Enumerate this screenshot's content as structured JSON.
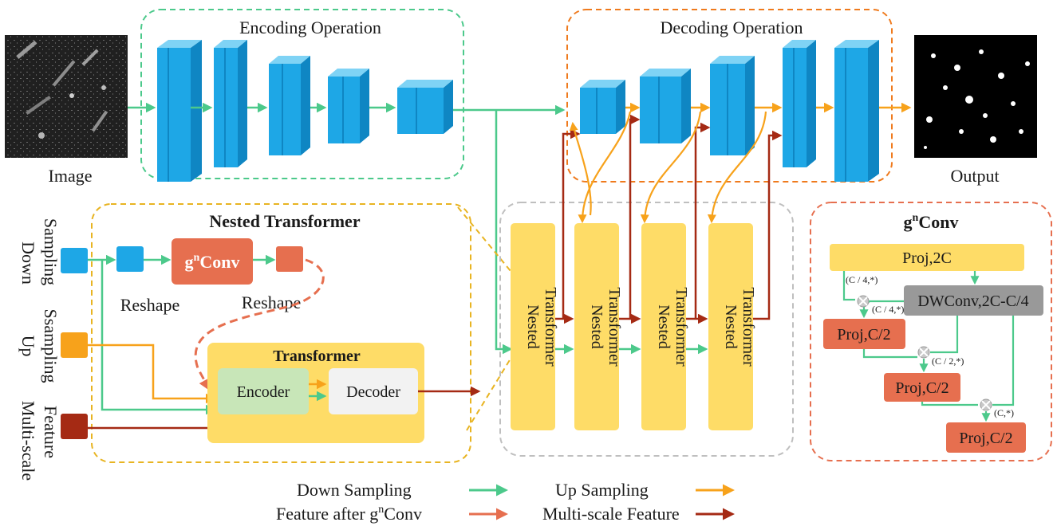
{
  "input": {
    "label": "Image"
  },
  "output": {
    "label": "Output"
  },
  "encoding": {
    "title": "Encoding Operation"
  },
  "decoding": {
    "title": "Decoding Operation"
  },
  "nested_transformer": {
    "title": "Nested Transformer",
    "gnconv_label": "g",
    "gnconv_sup": "n",
    "gnconv_rest": "Conv",
    "reshape_1": "Reshape",
    "reshape_2": "Reshape",
    "side_labels": {
      "down_1": "Down",
      "down_2": "Sampling",
      "up_1": "Up",
      "up_2": "Ssampling",
      "multi_1": "Multi-scale",
      "multi_2": "Feature"
    },
    "transformer": {
      "title": "Transformer",
      "encoder": "Encoder",
      "decoder": "Decoder"
    }
  },
  "nested_blocks": [
    {
      "line1": "Nested",
      "line2": "Transformer"
    },
    {
      "line1": "Nested",
      "line2": "Transformer"
    },
    {
      "line1": "Nested",
      "line2": "Transformer"
    },
    {
      "line1": "Nested",
      "line2": "Transformer"
    }
  ],
  "gnconv_panel": {
    "title_g": "g",
    "title_sup": "n",
    "title_rest": "Conv",
    "proj_2c": "Proj,2C",
    "dwconv": "DWConv,2C-C/4",
    "proj_c2_a": "Proj,C/2",
    "proj_c2_b": "Proj,C/2",
    "proj_c2_c": "Proj,C/2",
    "ann_1": "(C / 4,*)",
    "ann_2": "(C / 4,*)",
    "ann_3": "(C / 2,*)",
    "ann_4": "(C,*)"
  },
  "legend": {
    "down": "Down Sampling",
    "up": "Up Sampling",
    "feat_prefix": "Feature after g",
    "feat_sup": "n",
    "feat_suffix": "Conv",
    "multi": "Multi-scale Feature"
  },
  "colors": {
    "green": "#4cc98b",
    "orange": "#f7a21b",
    "salmon": "#e66f4f",
    "darkred": "#a52a14",
    "blue": "#1ea7e6",
    "yellow": "#fedc67",
    "gray": "#999999"
  }
}
